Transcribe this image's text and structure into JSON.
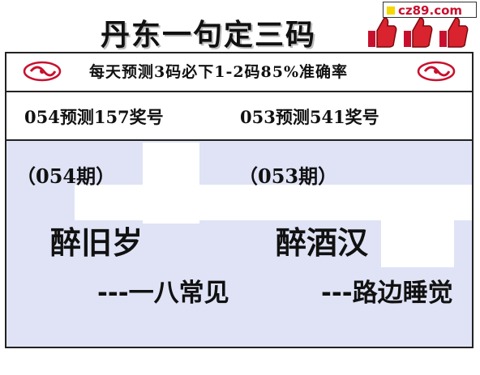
{
  "site": {
    "badge_text": "cz89.com"
  },
  "header": {
    "title": "丹东一句定三码"
  },
  "banner": {
    "text": "每天预测3码必下1-2码85%准确率"
  },
  "predictions": {
    "left": "054预测157奖号",
    "right": "053预测541奖号"
  },
  "periods": {
    "left": {
      "label": "（054期）",
      "phrase": "醉旧岁",
      "hint": "---一八常见"
    },
    "right": {
      "label": "（053期）",
      "phrase": "醉酒汉",
      "hint": "---路边睡觉"
    }
  },
  "colors": {
    "brand_red": "#c8102e",
    "panel_blue": "#dfe3f5",
    "badge_yellow": "#f5d800"
  },
  "icons": [
    "thumbs-up-icon",
    "lottery-logo-icon"
  ]
}
